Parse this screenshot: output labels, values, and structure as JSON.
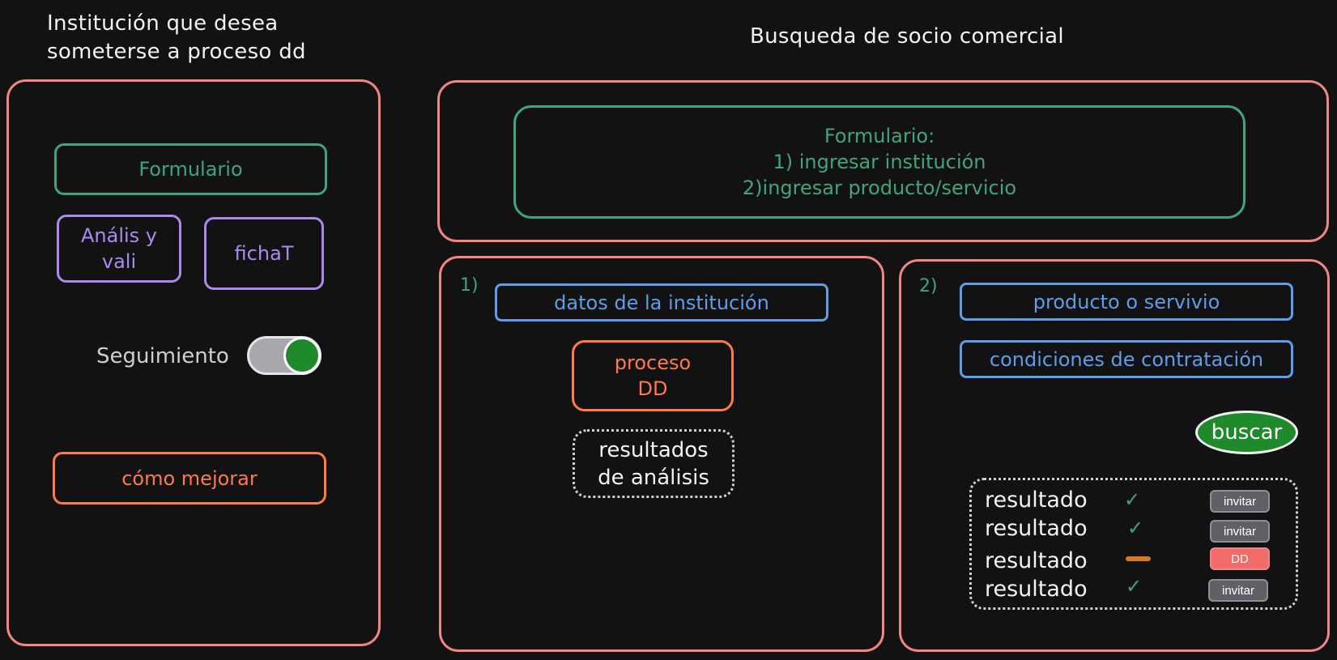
{
  "left": {
    "title_line1": "Institución que desea",
    "title_line2": "someterse a proceso dd",
    "formulario": "Formulario",
    "analisis_line1": "Anális y",
    "analisis_line2": "vali",
    "ficha": "fichaT",
    "seguimiento": "Seguimiento",
    "seguimiento_on": true,
    "mejorar": "cómo mejorar"
  },
  "right": {
    "title": "Busqueda de socio comercial",
    "form_line1": "Formulario:",
    "form_line2": "1) ingresar institución",
    "form_line3": "2)ingresar producto/servicio"
  },
  "section1": {
    "number": "1)",
    "datos": "datos de la institución",
    "proceso_line1": "proceso",
    "proceso_line2": "DD",
    "resultados_line1": "resultados",
    "resultados_line2": "de análisis"
  },
  "section2": {
    "number": "2)",
    "producto": "producto o servivio",
    "condiciones": "condiciones de contratación",
    "buscar": "buscar",
    "results": [
      {
        "label": "resultado",
        "status": "check",
        "action": "invitar"
      },
      {
        "label": "resultado",
        "status": "check",
        "action": "invitar"
      },
      {
        "label": "resultado",
        "status": "dash",
        "action": "DD"
      },
      {
        "label": "resultado",
        "status": "check",
        "action": "invitar"
      }
    ],
    "check_glyph": "✓"
  },
  "colors": {
    "frame": "#f08585",
    "green": "#3fa57c",
    "purple": "#a98af0",
    "orange": "#ff7a45",
    "blue": "#5d9de9",
    "toggle_on": "#1e8a2c",
    "dd_button": "#f26b6b"
  }
}
